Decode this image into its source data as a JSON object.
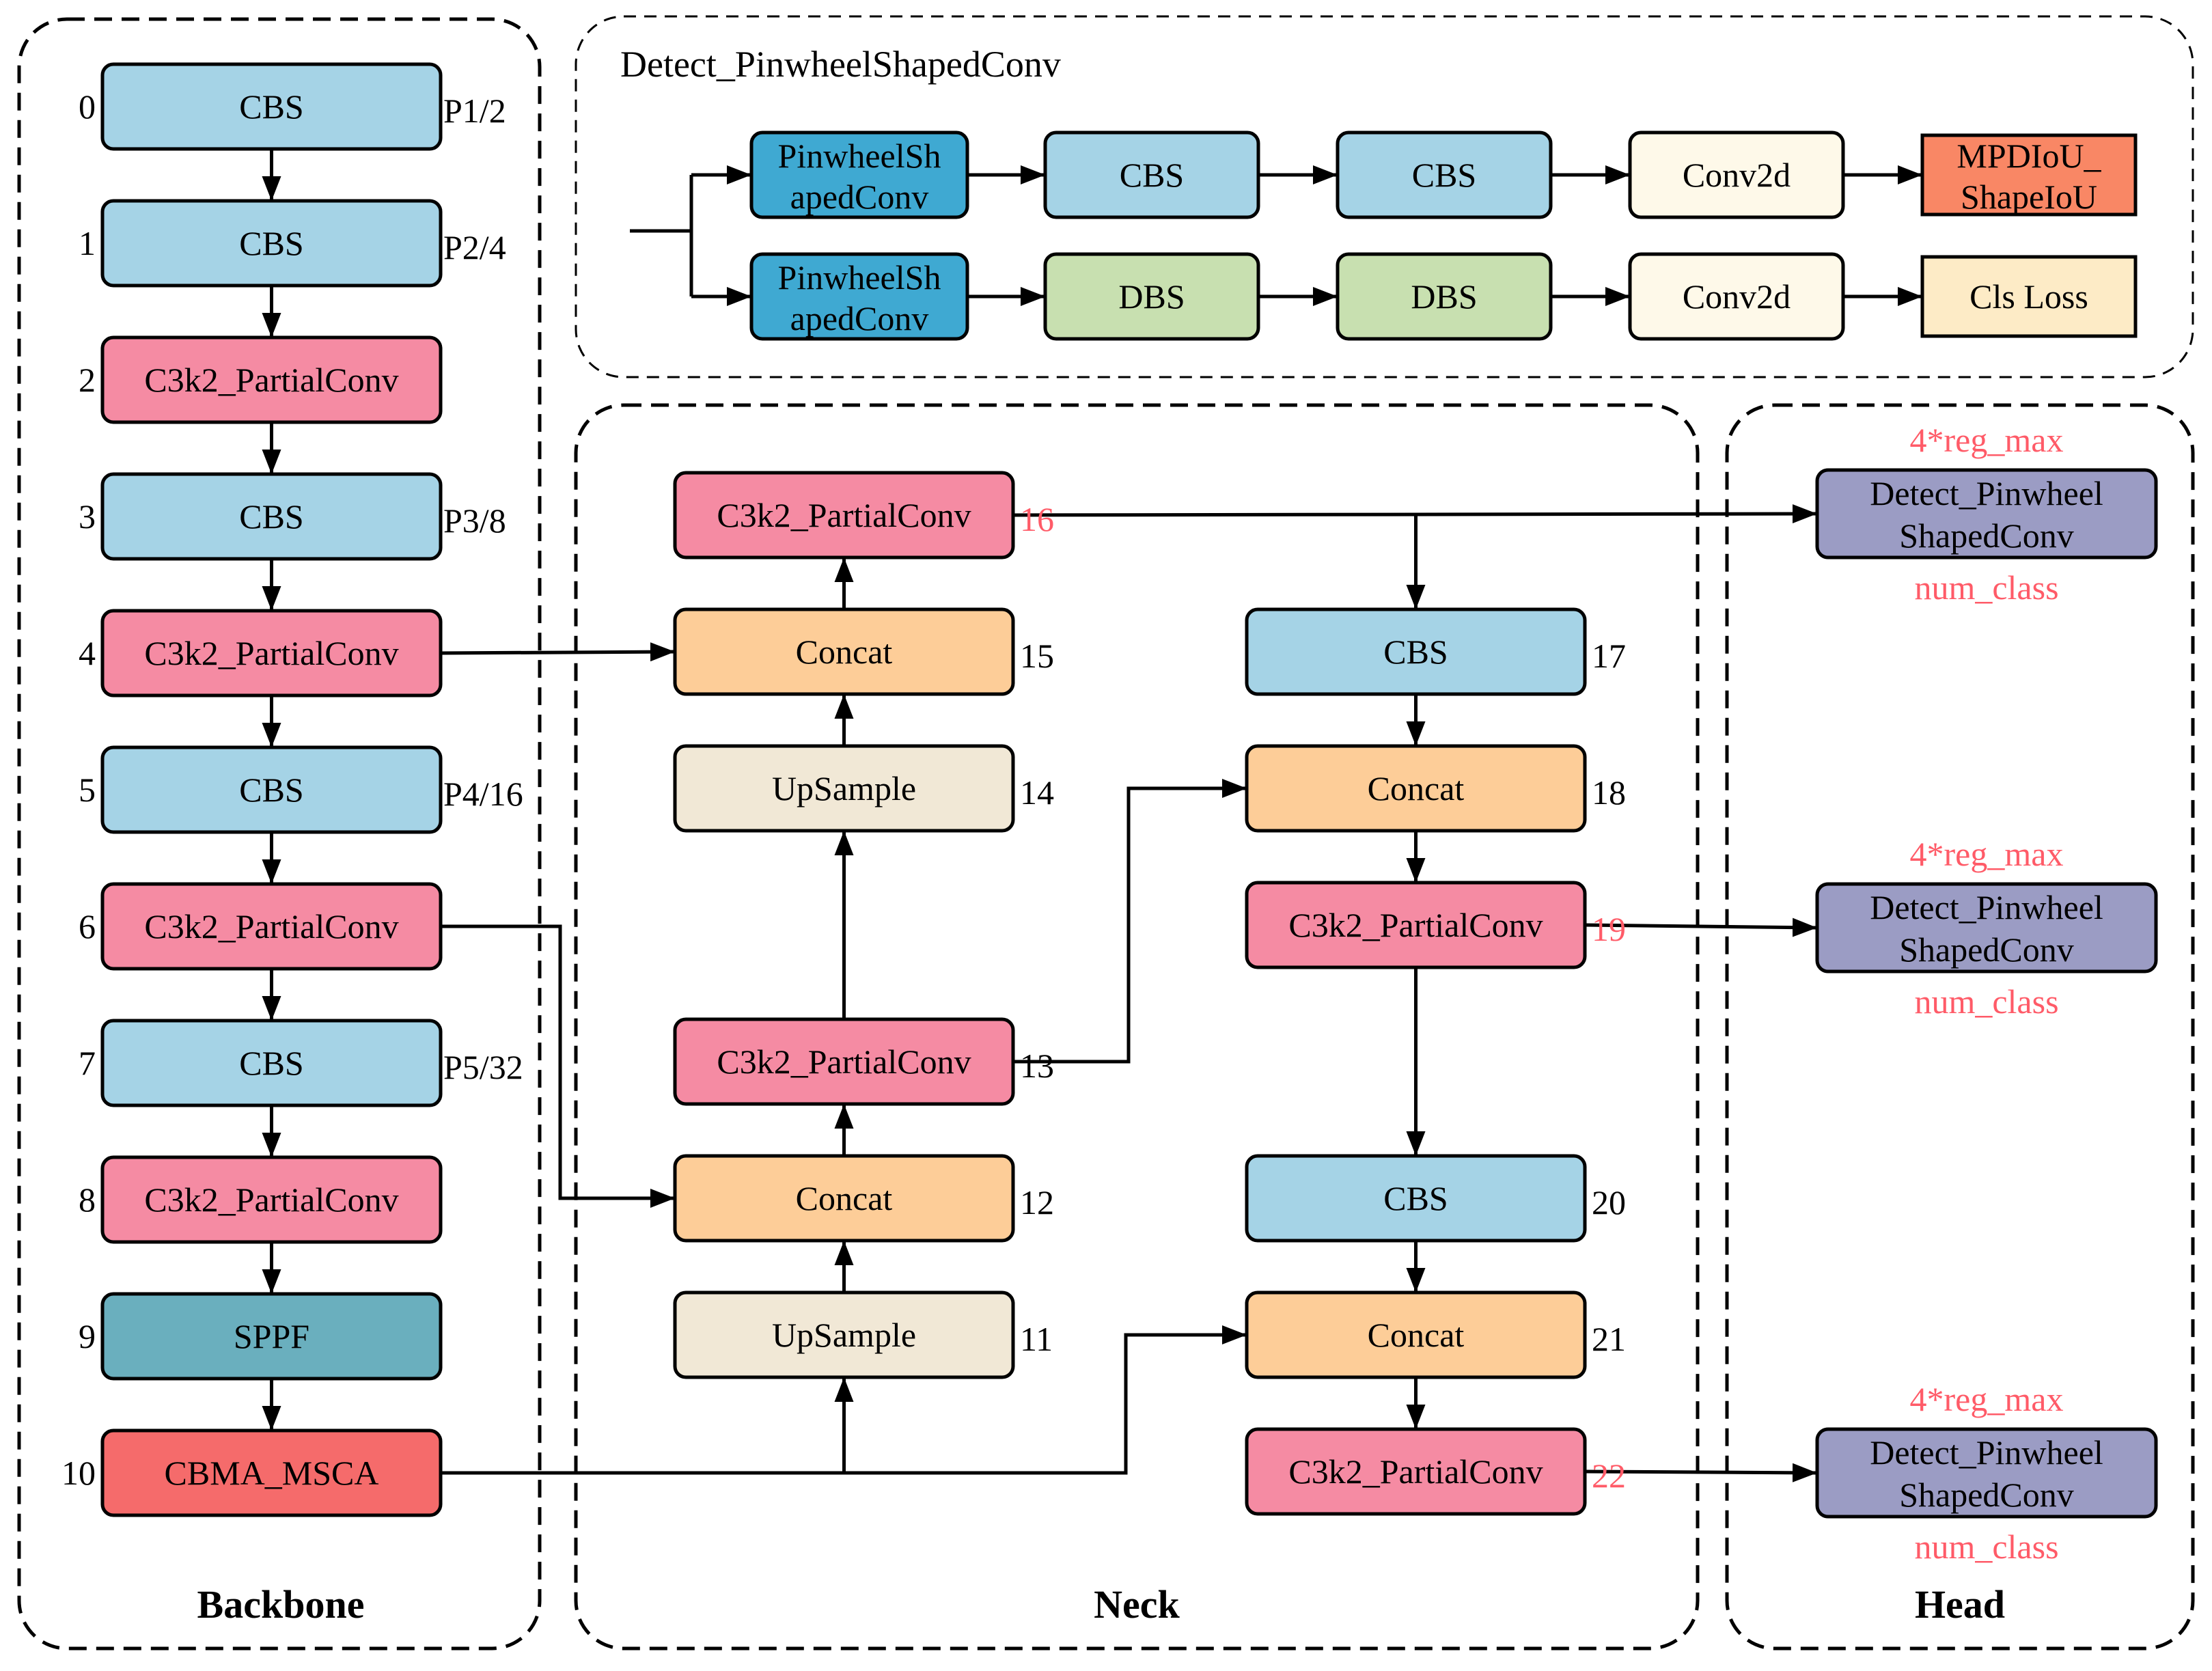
{
  "sections": {
    "backbone": "Backbone",
    "neck": "Neck",
    "head": "Head",
    "detect": "Detect_PinwheelShapedConv"
  },
  "colors": {
    "cbs": "#a5d3e6",
    "c3k2": "#f58ba3",
    "sppf": "#6aafbe",
    "cbma": "#f56b6b",
    "concat": "#fdcd98",
    "upsample": "#f1e8d6",
    "detect_head": "#9b9cc4",
    "pinwheel": "#3fa9d2",
    "dbs": "#c8e0b0",
    "conv2d": "#fef9e9",
    "mpdiou": "#f98765",
    "clsloss": "#fdebc6",
    "annotation": "#ff5b68"
  },
  "backbone": [
    {
      "index": "0",
      "label": "CBS",
      "kind": "cbs",
      "note": "P1/2"
    },
    {
      "index": "1",
      "label": "CBS",
      "kind": "cbs",
      "note": "P2/4"
    },
    {
      "index": "2",
      "label": "C3k2_PartialConv",
      "kind": "c3k2",
      "note": ""
    },
    {
      "index": "3",
      "label": "CBS",
      "kind": "cbs",
      "note": "P3/8"
    },
    {
      "index": "4",
      "label": "C3k2_PartialConv",
      "kind": "c3k2",
      "note": ""
    },
    {
      "index": "5",
      "label": "CBS",
      "kind": "cbs",
      "note": "P4/16"
    },
    {
      "index": "6",
      "label": "C3k2_PartialConv",
      "kind": "c3k2",
      "note": ""
    },
    {
      "index": "7",
      "label": "CBS",
      "kind": "cbs",
      "note": "P5/32"
    },
    {
      "index": "8",
      "label": "C3k2_PartialConv",
      "kind": "c3k2",
      "note": ""
    },
    {
      "index": "9",
      "label": "SPPF",
      "kind": "sppf",
      "note": ""
    },
    {
      "index": "10",
      "label": "CBMA_MSCA",
      "kind": "cbma",
      "note": ""
    }
  ],
  "neck": [
    {
      "index": "11",
      "label": "UpSample",
      "kind": "upsample",
      "highlight": false
    },
    {
      "index": "12",
      "label": "Concat",
      "kind": "concat",
      "highlight": false
    },
    {
      "index": "13",
      "label": "C3k2_PartialConv",
      "kind": "c3k2",
      "highlight": false
    },
    {
      "index": "14",
      "label": "UpSample",
      "kind": "upsample",
      "highlight": false
    },
    {
      "index": "15",
      "label": "Concat",
      "kind": "concat",
      "highlight": false
    },
    {
      "index": "16",
      "label": "C3k2_PartialConv",
      "kind": "c3k2",
      "highlight": true
    },
    {
      "index": "17",
      "label": "CBS",
      "kind": "cbs",
      "highlight": false
    },
    {
      "index": "18",
      "label": "Concat",
      "kind": "concat",
      "highlight": false
    },
    {
      "index": "19",
      "label": "C3k2_PartialConv",
      "kind": "c3k2",
      "highlight": true
    },
    {
      "index": "20",
      "label": "CBS",
      "kind": "cbs",
      "highlight": false
    },
    {
      "index": "21",
      "label": "Concat",
      "kind": "concat",
      "highlight": false
    },
    {
      "index": "22",
      "label": "C3k2_PartialConv",
      "kind": "c3k2",
      "highlight": true
    }
  ],
  "head": [
    {
      "line1": "Detect_Pinwheel",
      "line2": "ShapedConv",
      "above": "4*reg_max",
      "below": "num_class"
    },
    {
      "line1": "Detect_Pinwheel",
      "line2": "ShapedConv",
      "above": "4*reg_max",
      "below": "num_class"
    },
    {
      "line1": "Detect_Pinwheel",
      "line2": "ShapedConv",
      "above": "4*reg_max",
      "below": "num_class"
    }
  ],
  "detect_rows": [
    [
      {
        "line1": "PinwheelSh",
        "line2": "apedConv",
        "kind": "pinwheel"
      },
      {
        "line1": "CBS",
        "line2": "",
        "kind": "cbs"
      },
      {
        "line1": "CBS",
        "line2": "",
        "kind": "cbs"
      },
      {
        "line1": "Conv2d",
        "line2": "",
        "kind": "conv2d"
      },
      {
        "line1": "MPDIoU_",
        "line2": "ShapeIoU",
        "kind": "mpdiou"
      }
    ],
    [
      {
        "line1": "PinwheelSh",
        "line2": "apedConv",
        "kind": "pinwheel"
      },
      {
        "line1": "DBS",
        "line2": "",
        "kind": "dbs"
      },
      {
        "line1": "DBS",
        "line2": "",
        "kind": "dbs"
      },
      {
        "line1": "Conv2d",
        "line2": "",
        "kind": "conv2d"
      },
      {
        "line1": "Cls Loss",
        "line2": "",
        "kind": "clsloss"
      }
    ]
  ]
}
